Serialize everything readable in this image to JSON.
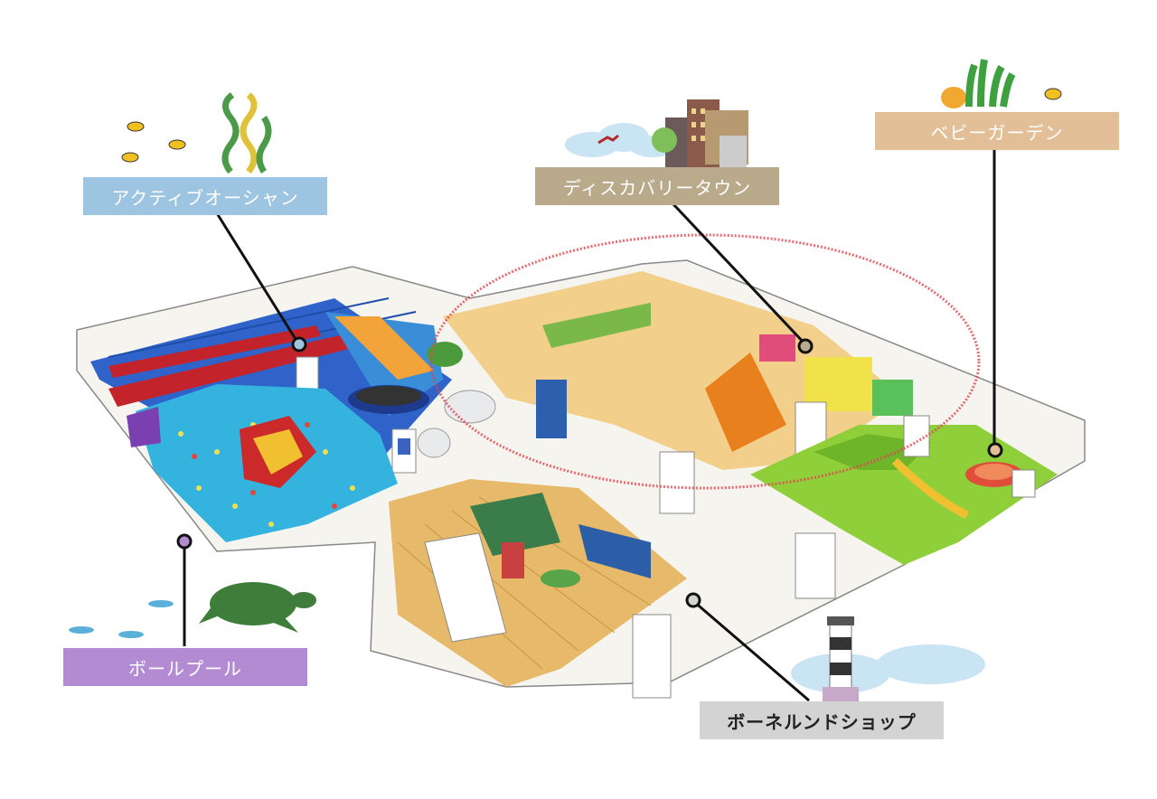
{
  "zones": {
    "active_ocean": {
      "label": "アクティブオーシャン",
      "color": "#9dc4e0"
    },
    "discovery_town": {
      "label": "ディスカバリータウン",
      "color": "#b8aa8a"
    },
    "baby_garden": {
      "label": "ベビーガーデン",
      "color": "#e3bf97"
    },
    "ball_pool": {
      "label": "ボールプール",
      "color": "#b38bd3"
    },
    "borneland_shop": {
      "label": "ボーネルンドショップ",
      "color": "#d3d3d3"
    }
  },
  "highlight": {
    "color": "#e0454f"
  }
}
